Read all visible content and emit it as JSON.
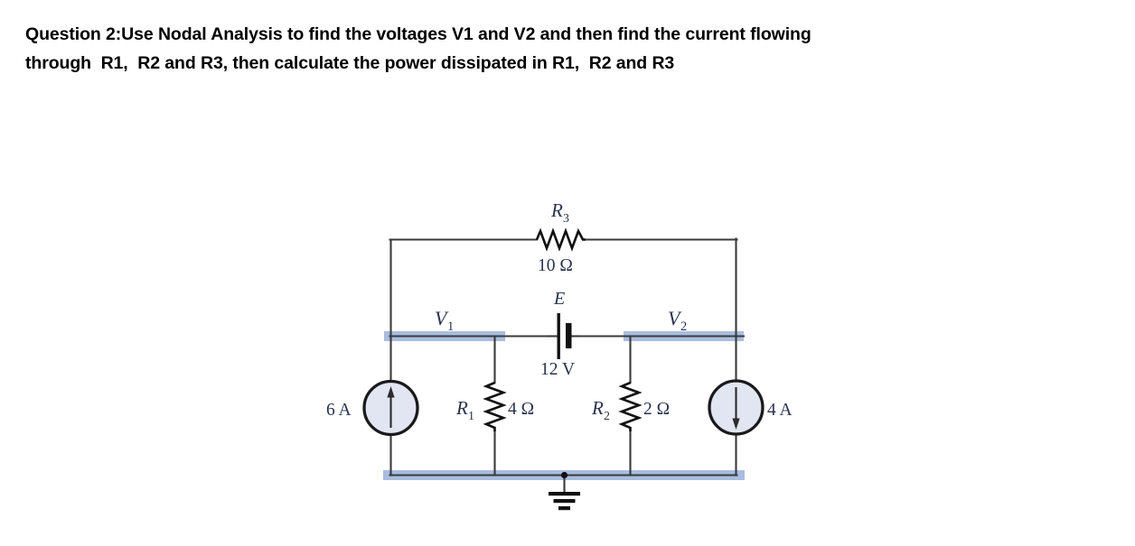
{
  "question": {
    "line1": "Question 2:Use Nodal Analysis to find the voltages V1 and V2 and then find the current flowing",
    "line2": "through  R1,  R2 and R3, then calculate the power dissipated in R1,  R2 and R3"
  },
  "circuit": {
    "title": "nodal-analysis-two-node-circuit",
    "colors": {
      "wire": "#3a3a3a",
      "label_text": "#29334f",
      "node_rail_highlight": "#a8bde0",
      "source_fill": "#e2e5f2",
      "source_stroke": "#1a1a1a"
    },
    "nodes": [
      {
        "name": "V1",
        "label": "V",
        "subscript": "1"
      },
      {
        "name": "V2",
        "label": "V",
        "subscript": "2"
      }
    ],
    "components": [
      {
        "id": "R3",
        "type": "resistor",
        "ref": "R",
        "ref_subscript": "3",
        "value": "10 Ω",
        "orientation": "horizontal",
        "position": "top-branch-between-V1-and-V2"
      },
      {
        "id": "E",
        "type": "voltage-source",
        "ref": "E",
        "value": "12 V",
        "orientation": "vertical-plates",
        "position": "middle-branch-between-V1-and-V2"
      },
      {
        "id": "R1",
        "type": "resistor",
        "ref": "R",
        "ref_subscript": "1",
        "value": "4 Ω",
        "orientation": "vertical",
        "position": "V1-to-ground"
      },
      {
        "id": "R2",
        "type": "resistor",
        "ref": "R",
        "ref_subscript": "2",
        "value": "2 Ω",
        "orientation": "vertical",
        "position": "V2-to-ground"
      },
      {
        "id": "I1",
        "type": "current-source",
        "value": "6 A",
        "arrow_direction": "up",
        "position": "left-branch"
      },
      {
        "id": "I2",
        "type": "current-source",
        "value": "4 A",
        "arrow_direction": "down",
        "position": "right-branch"
      },
      {
        "id": "GND",
        "type": "ground",
        "value": "",
        "position": "bottom-rail-center"
      }
    ],
    "labels": {
      "r3_ref": "R",
      "r3_sub": "3",
      "r3_value": "10 Ω",
      "e_ref": "E",
      "e_value": "12 V",
      "r1_ref": "R",
      "r1_sub": "1",
      "r1_value": "4 Ω",
      "r2_ref": "R",
      "r2_sub": "2",
      "r2_value": "2 Ω",
      "v1_ref": "V",
      "v1_sub": "1",
      "v2_ref": "V",
      "v2_sub": "2",
      "src_left_value": "6 A",
      "src_right_value": "4 A"
    }
  }
}
